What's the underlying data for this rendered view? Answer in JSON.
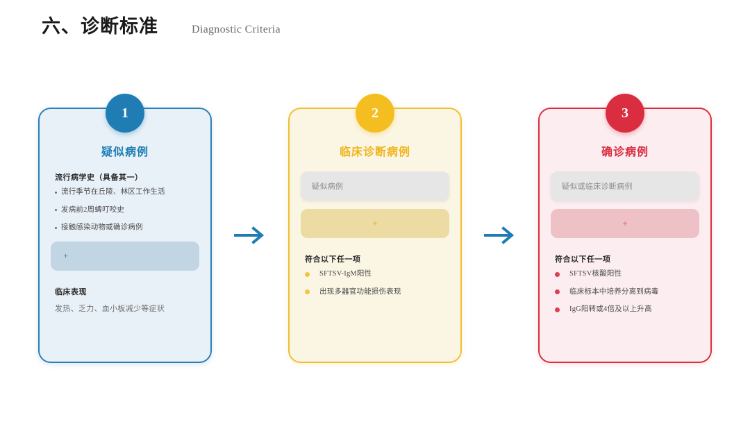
{
  "header": {
    "title": "六、诊断标准",
    "subtitle": "Diagnostic Criteria"
  },
  "colors": {
    "blue": "#1f7db4",
    "yellow": "#f5be20",
    "red": "#da2d40",
    "arrow": "#1f7db4"
  },
  "arrow_icon": "arrow-right-icon",
  "plus_symbol": "+",
  "cards": [
    {
      "number": "1",
      "title": "疑似病例",
      "section_head": "流行病学史（具备其一）",
      "bullets": [
        "流行季节在丘陵、林区工作生活",
        "发病前2周蜱叮咬史",
        "接触感染动物或确诊病例"
      ],
      "plus": "+",
      "second_head": "临床表现",
      "second_text": "发热、乏力、血小板减少等症状"
    },
    {
      "number": "2",
      "title": "临床诊断病例",
      "chip": "疑似病例",
      "plus": "+",
      "section_head": "符合以下任一项",
      "bullets": [
        "SFTSV-IgM阳性",
        "出现多器官功能损伤表现"
      ]
    },
    {
      "number": "3",
      "title": "确诊病例",
      "chip": "疑似或临床诊断病例",
      "plus": "+",
      "section_head": "符合以下任一项",
      "bullets": [
        "SFTSV核酸阳性",
        "临床标本中培养分离到病毒",
        "IgG阳转或4倍及以上升高"
      ]
    }
  ]
}
